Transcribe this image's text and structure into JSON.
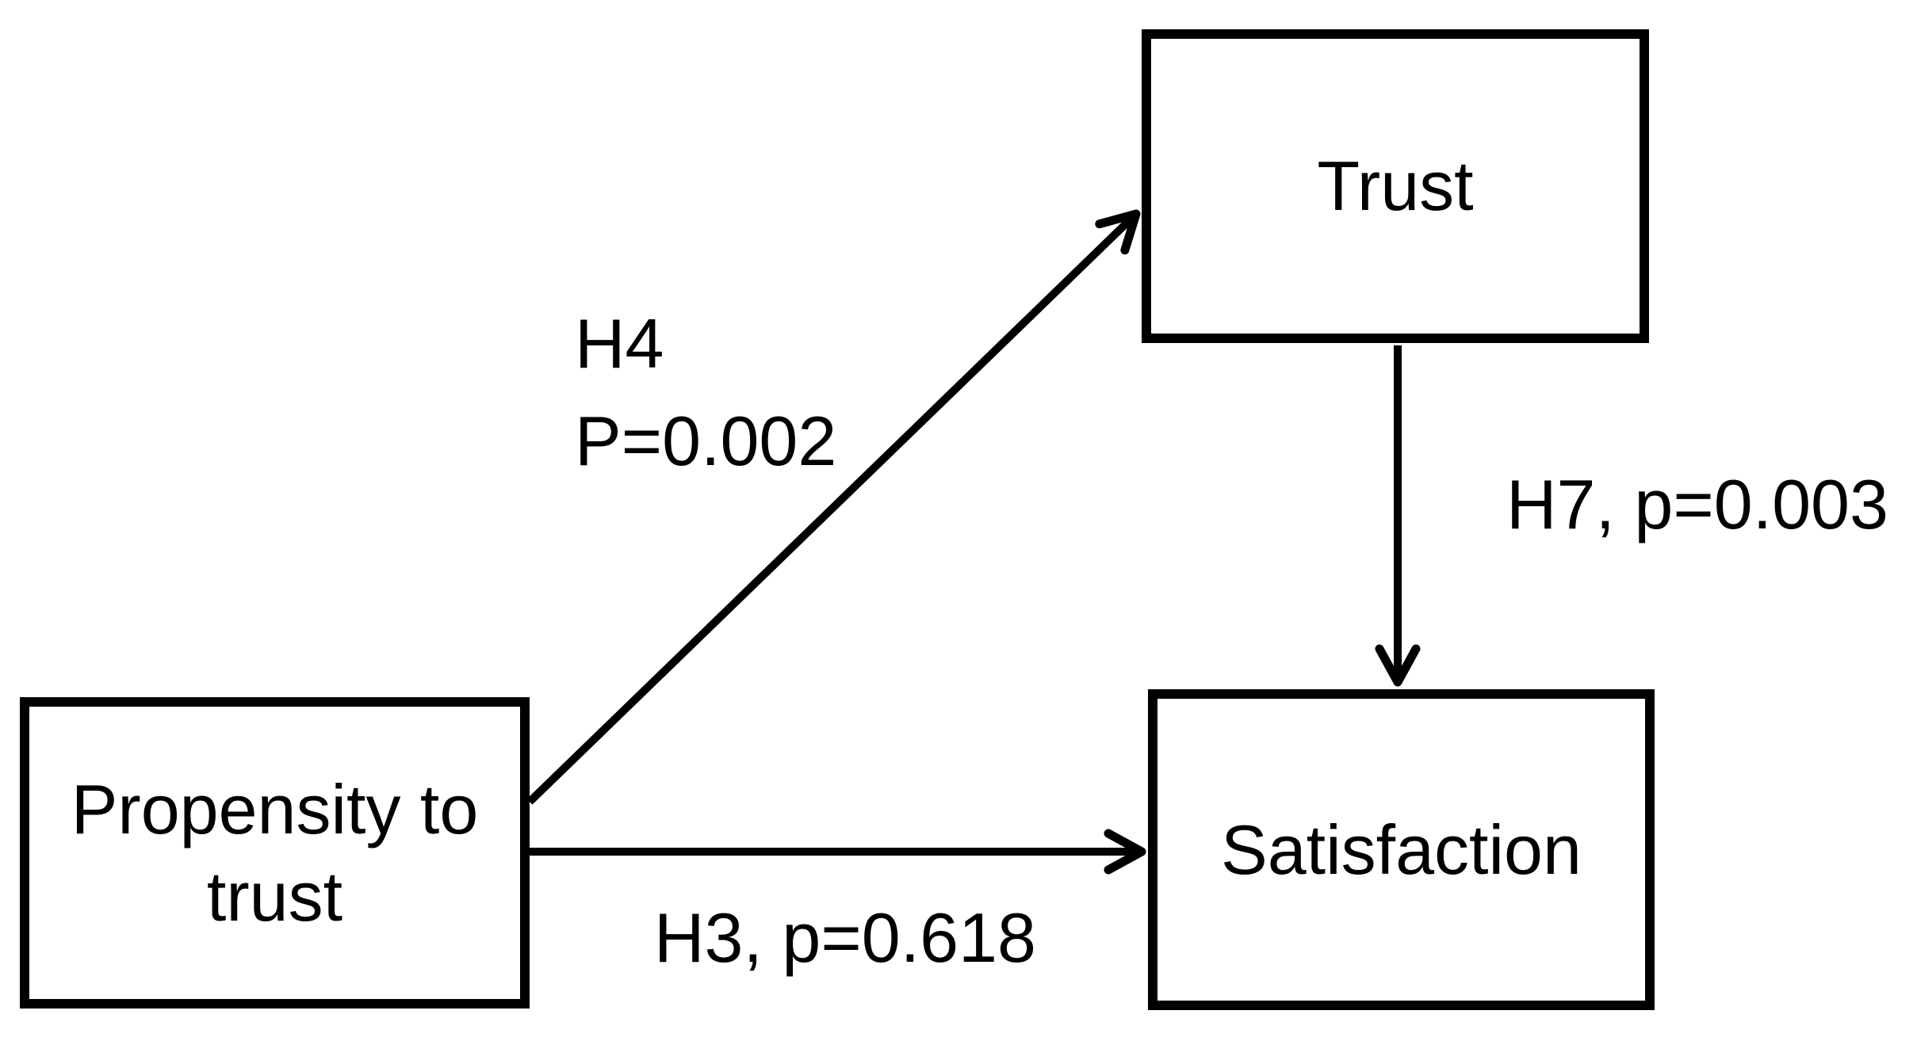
{
  "diagram": {
    "background_color": "#ffffff",
    "stroke_color": "#000000",
    "nodes": {
      "trust": {
        "label": "Trust"
      },
      "propensity": {
        "label": "Propensity to trust"
      },
      "satisfaction": {
        "label": "Satisfaction"
      }
    },
    "edges": {
      "h4": {
        "from": "propensity",
        "to": "trust",
        "label_line1": "H4",
        "label_line2": "P=0.002"
      },
      "h7": {
        "from": "trust",
        "to": "satisfaction",
        "label": "H7, p=0.003"
      },
      "h3": {
        "from": "propensity",
        "to": "satisfaction",
        "label": "H3, p=0.618"
      }
    }
  }
}
